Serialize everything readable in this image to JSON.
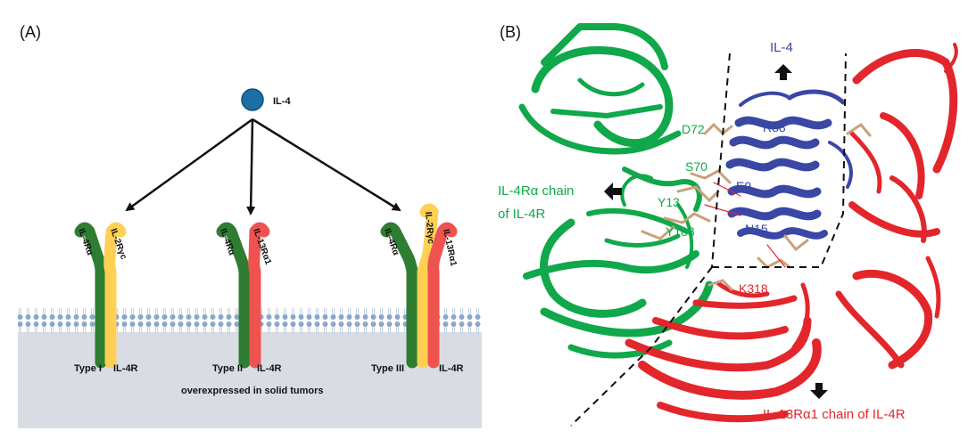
{
  "panel_a": {
    "label": "(A)",
    "ligand": {
      "name": "IL-4",
      "color": "#1b6fa3"
    },
    "receptors": [
      {
        "chains": [
          "IL-4Rα",
          "IL-2Rγc"
        ],
        "chain_colors": [
          "#2e7d32",
          "#ffd054"
        ],
        "type_label": "Type I",
        "receptor_label": "IL-4R"
      },
      {
        "chains": [
          "IL-4Rα",
          "IL-13Rα1"
        ],
        "chain_colors": [
          "#2e7d32",
          "#ef5350"
        ],
        "type_label": "Type II",
        "receptor_label": "IL-4R"
      },
      {
        "chains": [
          "IL-4Rα",
          "IL-2Rγc",
          "IL-13Rα1"
        ],
        "chain_colors": [
          "#2e7d32",
          "#ffd054",
          "#ef5350"
        ],
        "type_label": "Type III",
        "receptor_label": "IL-4R"
      }
    ],
    "footnote": "overexpressed in solid tumors",
    "membrane_color": "#a9bfd8",
    "cytoplasm_color": "#d9dde3"
  },
  "panel_b": {
    "label": "(B)",
    "il4_label": "IL-4",
    "il4ra_label_line1": "IL-4Rα chain",
    "il4ra_label_line2": "of IL-4R",
    "il13ra1_label": "IL-13Rα1 chain of IL-4R",
    "residues_green": [
      "D72",
      "S70",
      "Y13",
      "Y183"
    ],
    "residues_blue": [
      "R88",
      "E9",
      "N15"
    ],
    "residues_red": [
      "K318"
    ],
    "colors": {
      "green": "#10a84a",
      "blue": "#3a47a5",
      "red": "#e3262b"
    }
  }
}
